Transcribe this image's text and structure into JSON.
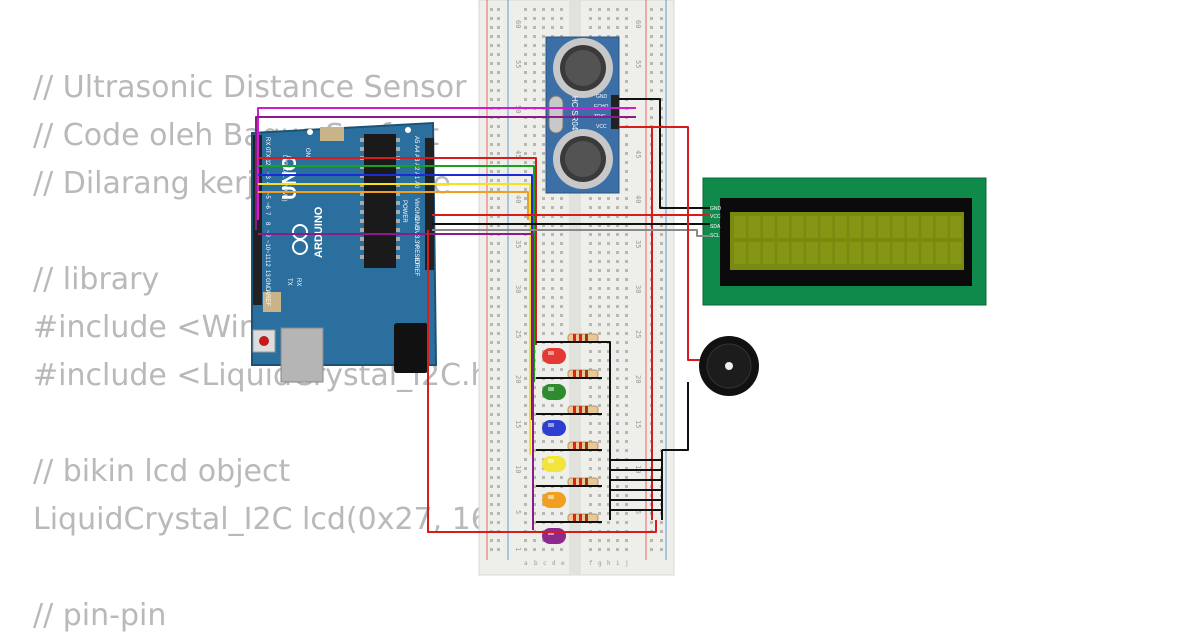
{
  "code": {
    "lines": [
      "// Ultrasonic Distance Sensor",
      "// Code oleh Bagus Syafaat",
      "// Dilarang kerja tanpa kode",
      "",
      "// library",
      "#include <Wire.h>",
      "#include <LiquidCrystal_I2C.h>",
      "",
      "// bikin lcd object",
      "LiquidCrystal_I2C lcd(0x27, 16",
      "",
      "// pin-pin"
    ]
  },
  "arduino": {
    "brand": "UNO",
    "maker": "ARDUINO",
    "on_label": "ON",
    "tx_label": "TX",
    "rx_label": "RX",
    "digital_label": "DIGITAL (PWM~)",
    "analog_label": "ANALOG IN",
    "power_label": "POWER",
    "digital_pins": [
      "RX 0",
      "TX 1",
      "2",
      "~3",
      "4",
      "~5",
      "~6",
      "7",
      "8",
      "~9",
      "~10",
      "~11",
      "12",
      "13",
      "GND",
      "AREF"
    ],
    "analog_pins": [
      "A5",
      "A4",
      "A3",
      "A2",
      "A1",
      "A0"
    ],
    "power_pins": [
      "Vin",
      "GND",
      "GND",
      "5V",
      "3.3V",
      "RESET",
      "IOREF"
    ]
  },
  "breadboard": {
    "row_numbers": [
      "60",
      "55",
      "50",
      "45",
      "40",
      "35",
      "30",
      "25",
      "20",
      "15",
      "10",
      "5",
      "1"
    ],
    "col_left": [
      "a",
      "b",
      "c",
      "d",
      "e"
    ],
    "col_right": [
      "f",
      "g",
      "h",
      "i",
      "j"
    ]
  },
  "sensor": {
    "model": "HC-SR04",
    "pins": [
      "GND",
      "ECHO",
      "TRIG",
      "VCC"
    ]
  },
  "lcd": {
    "pins": [
      "GND",
      "VCC",
      "SDA",
      "SCL"
    ]
  },
  "leds": [
    {
      "color": "#e53935"
    },
    {
      "color": "#2e8b2e"
    },
    {
      "color": "#2c3fd1"
    },
    {
      "color": "#f2e43a"
    },
    {
      "color": "#f0a020"
    },
    {
      "color": "#8e2a8e"
    }
  ],
  "wire_colors": {
    "red": "#d81b1b",
    "black": "#111111",
    "green": "#1aa31a",
    "blue": "#1c2bd6",
    "yellow": "#f4e21c",
    "magenta": "#d21ad2",
    "purple": "#8b1a8b",
    "gray": "#8a8a8a"
  }
}
